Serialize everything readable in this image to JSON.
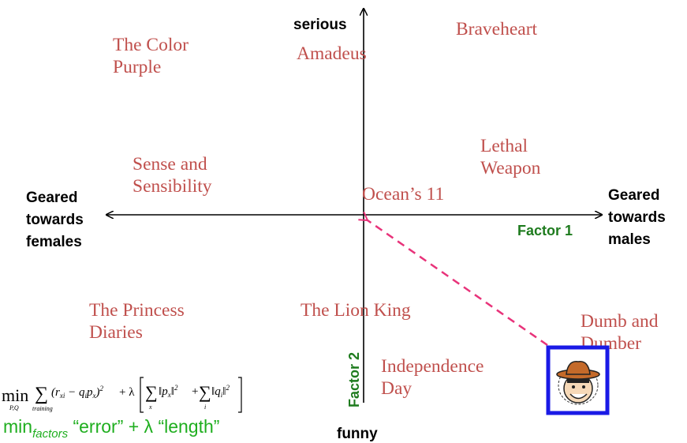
{
  "colors": {
    "movie_text": "#c0504d",
    "axis": "#000000",
    "factor_text": "#1e7b1e",
    "dashed_arrow": "#e8337a",
    "user_box": "#1a1ae6"
  },
  "axes": {
    "top_label": "serious",
    "bottom_label": "funny",
    "left_label": [
      "Geared",
      "towards",
      "females"
    ],
    "right_label": [
      "Geared",
      "towards",
      "males"
    ]
  },
  "factors": {
    "factor1": "Factor 1",
    "factor2": "Factor 2"
  },
  "movies": [
    {
      "id": "color-purple",
      "lines": [
        "The Color",
        "Purple"
      ]
    },
    {
      "id": "amadeus",
      "lines": [
        "Amadeus"
      ]
    },
    {
      "id": "braveheart",
      "lines": [
        "Braveheart"
      ]
    },
    {
      "id": "lethal-weapon",
      "lines": [
        "Lethal",
        "Weapon"
      ]
    },
    {
      "id": "sense-sensibility",
      "lines": [
        "Sense and",
        "Sensibility"
      ]
    },
    {
      "id": "oceans-11",
      "lines": [
        "Ocean’s 11"
      ]
    },
    {
      "id": "princess-diaries",
      "lines": [
        "The Princess",
        "Diaries"
      ]
    },
    {
      "id": "lion-king",
      "lines": [
        "The Lion King"
      ]
    },
    {
      "id": "independence-day",
      "lines": [
        "Independence",
        "Day"
      ]
    },
    {
      "id": "dumb-dumber",
      "lines": [
        "Dumb and",
        "Dumber"
      ]
    }
  ],
  "formula": {
    "min": "min",
    "sub_pq": "P,Q",
    "sigma": "∑",
    "sub_training": "training",
    "term_error": "(r",
    "term_error_sub": "xi",
    "term_minus": " − q",
    "term_q_sub": "i",
    "term_p": "p",
    "term_p_sub": "x",
    "term_close": ")",
    "sq": "2",
    "plus_lambda": "+ λ",
    "norm_p": "‖p",
    "norm_p_sub": "x",
    "norm_close": "‖",
    "plus": "+",
    "norm_q": "‖q",
    "norm_q_sub": "i",
    "sub_x": "x",
    "sub_i": "i"
  },
  "objective": {
    "min": "min",
    "min_sub": "factors",
    "rest": " “error” + λ “length”"
  },
  "user_icon": "cowboy-face-icon"
}
